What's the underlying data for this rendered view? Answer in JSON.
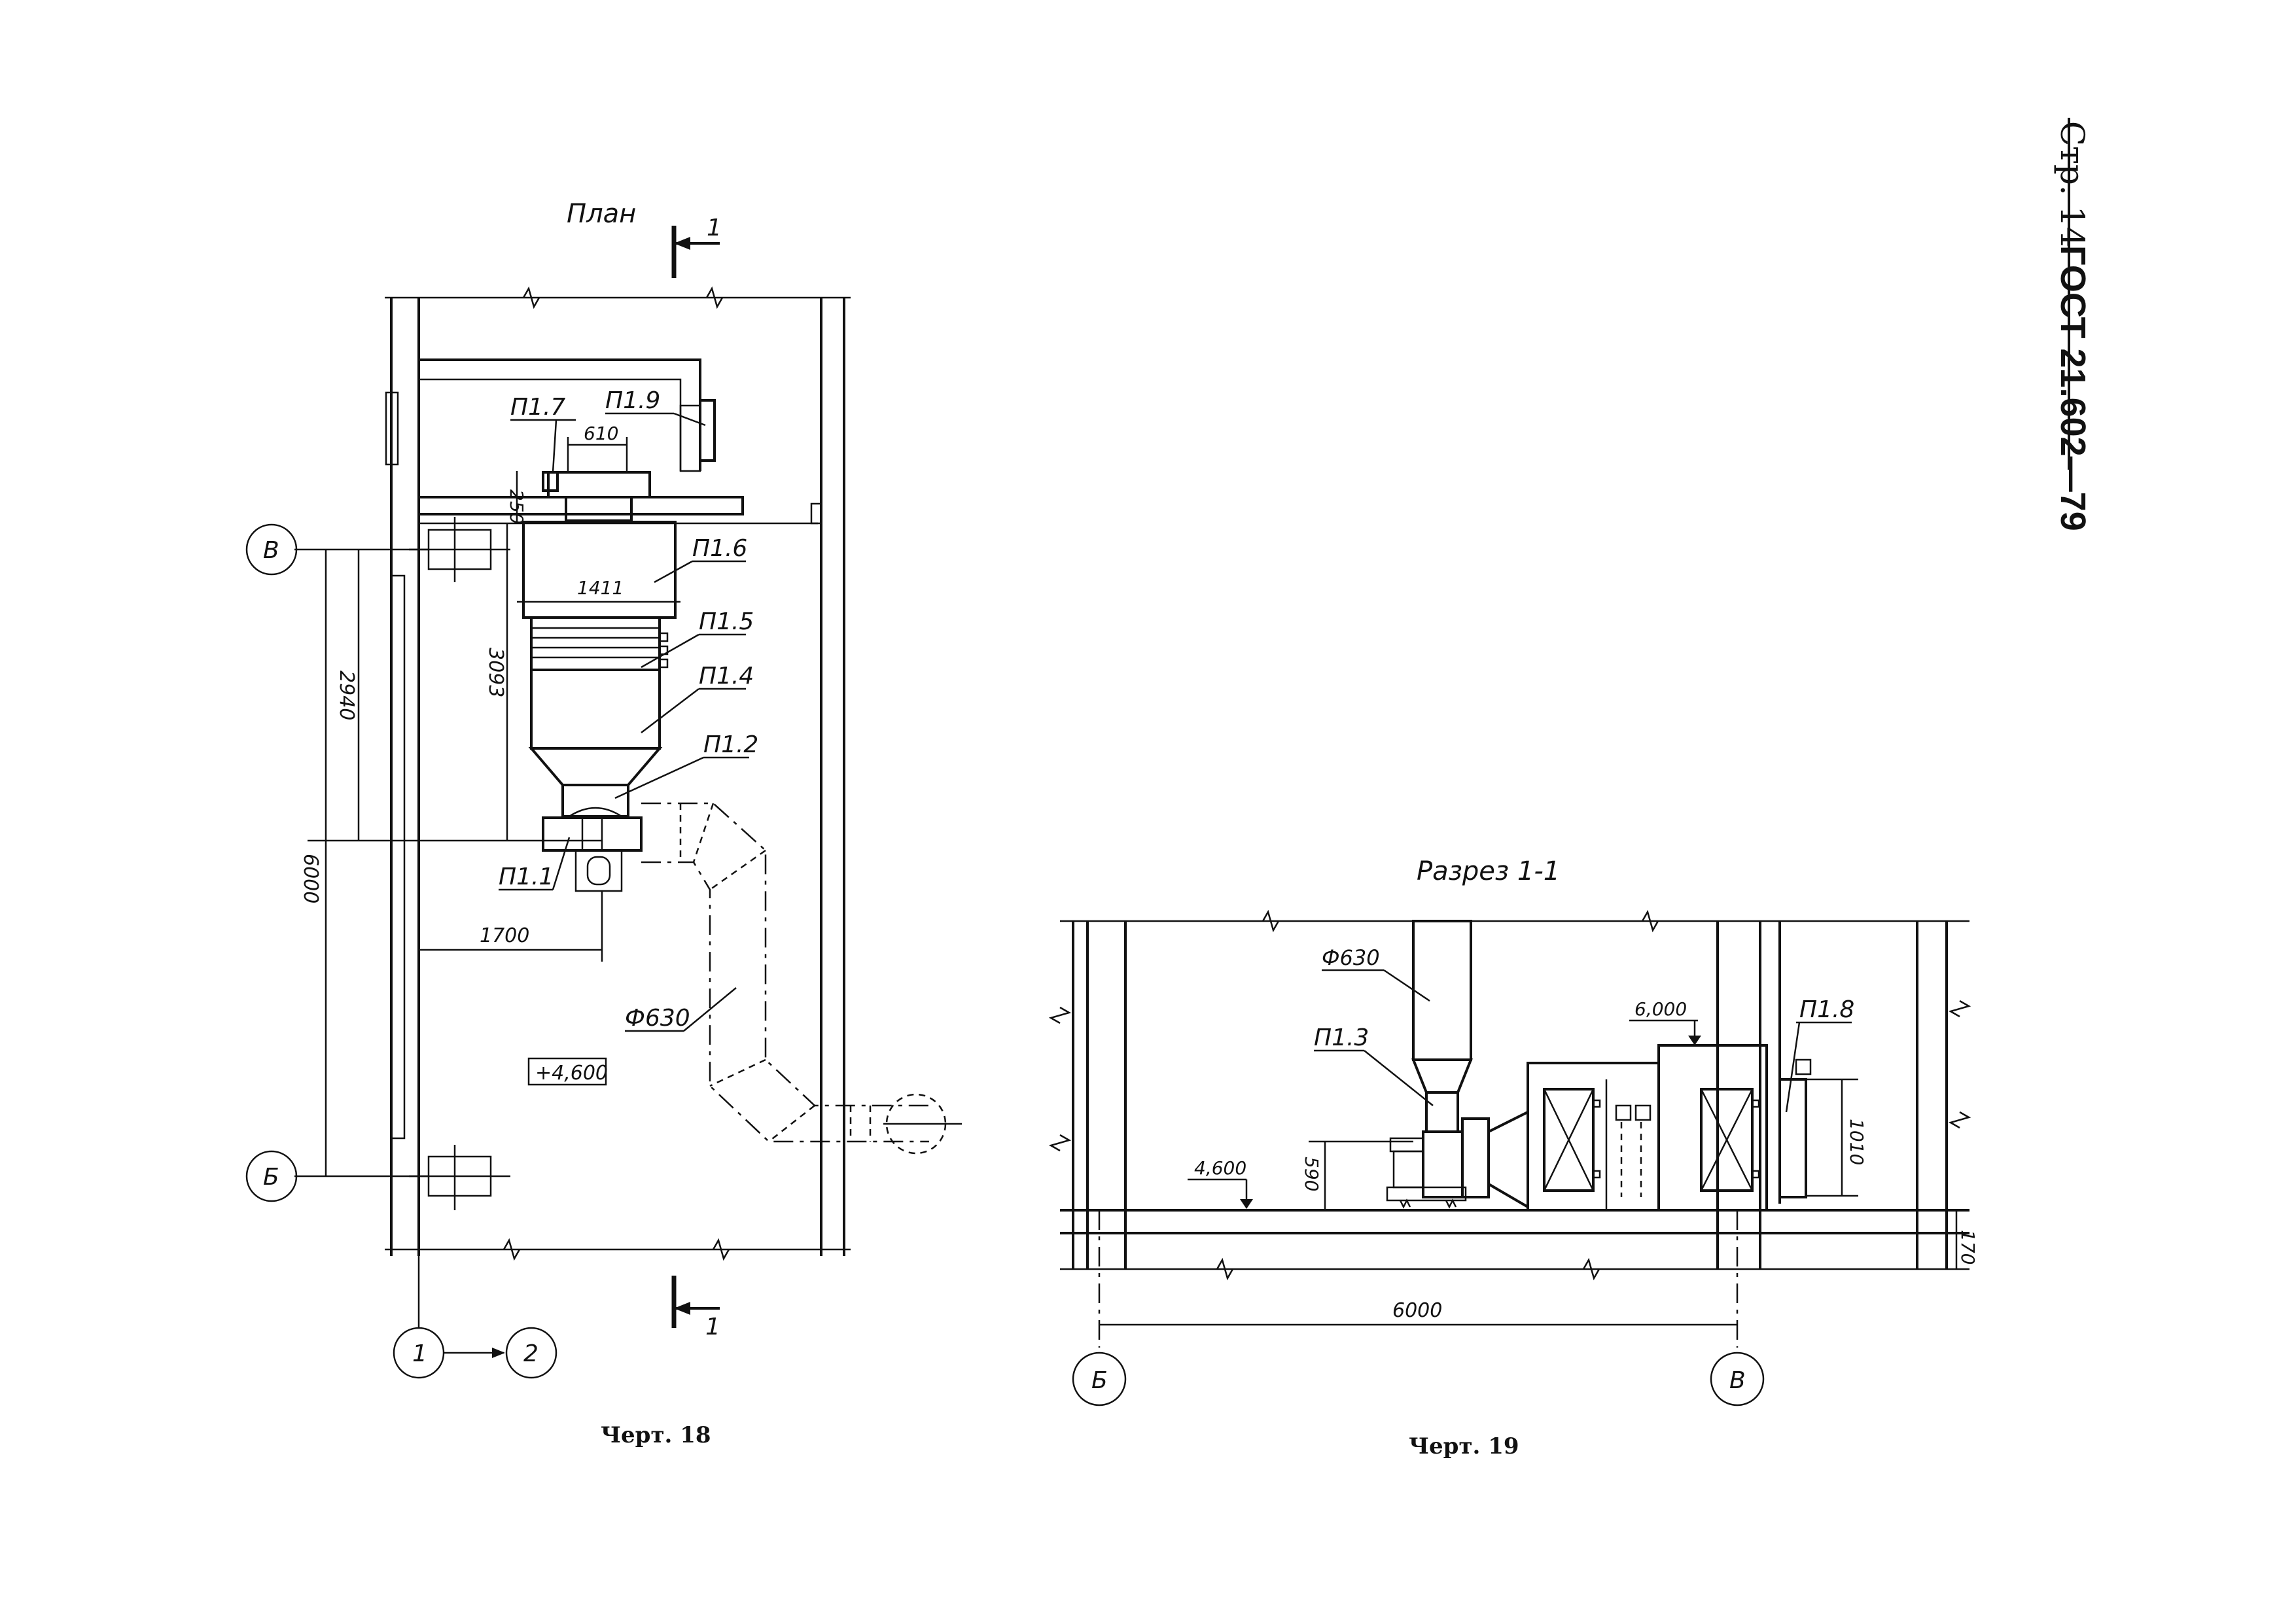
{
  "header": {
    "page": "Стр. 14",
    "standard": "ГОСТ 21.602—79"
  },
  "plan": {
    "title": "План",
    "section_mark": "1",
    "labels": {
      "p17": "П1.7",
      "p19": "П1.9",
      "p16": "П1.6",
      "p15": "П1.5",
      "p14": "П1.4",
      "p12": "П1.2",
      "p11": "П1.1"
    },
    "dims": {
      "d610": "610",
      "d250": "250",
      "d1411": "1411",
      "d3093": "3093",
      "d2940": "2940",
      "d6000": "6000",
      "d1700": "1700"
    },
    "duct": "Ф630",
    "level": "+4,600",
    "axes": {
      "v": "В",
      "b": "Б",
      "a1": "1",
      "a2": "2"
    },
    "caption": "Черт. 18"
  },
  "section": {
    "title": "Разрез 1-1",
    "duct": "Ф630",
    "labels": {
      "p13": "П1.3",
      "p18": "П1.8"
    },
    "levels": {
      "top": "6,000",
      "floor": "4,600"
    },
    "dims": {
      "d590": "590",
      "d1010": "1010",
      "d170": "170",
      "d6000": "6000"
    },
    "axes": {
      "b": "Б",
      "v": "В"
    },
    "caption": "Черт. 19"
  }
}
